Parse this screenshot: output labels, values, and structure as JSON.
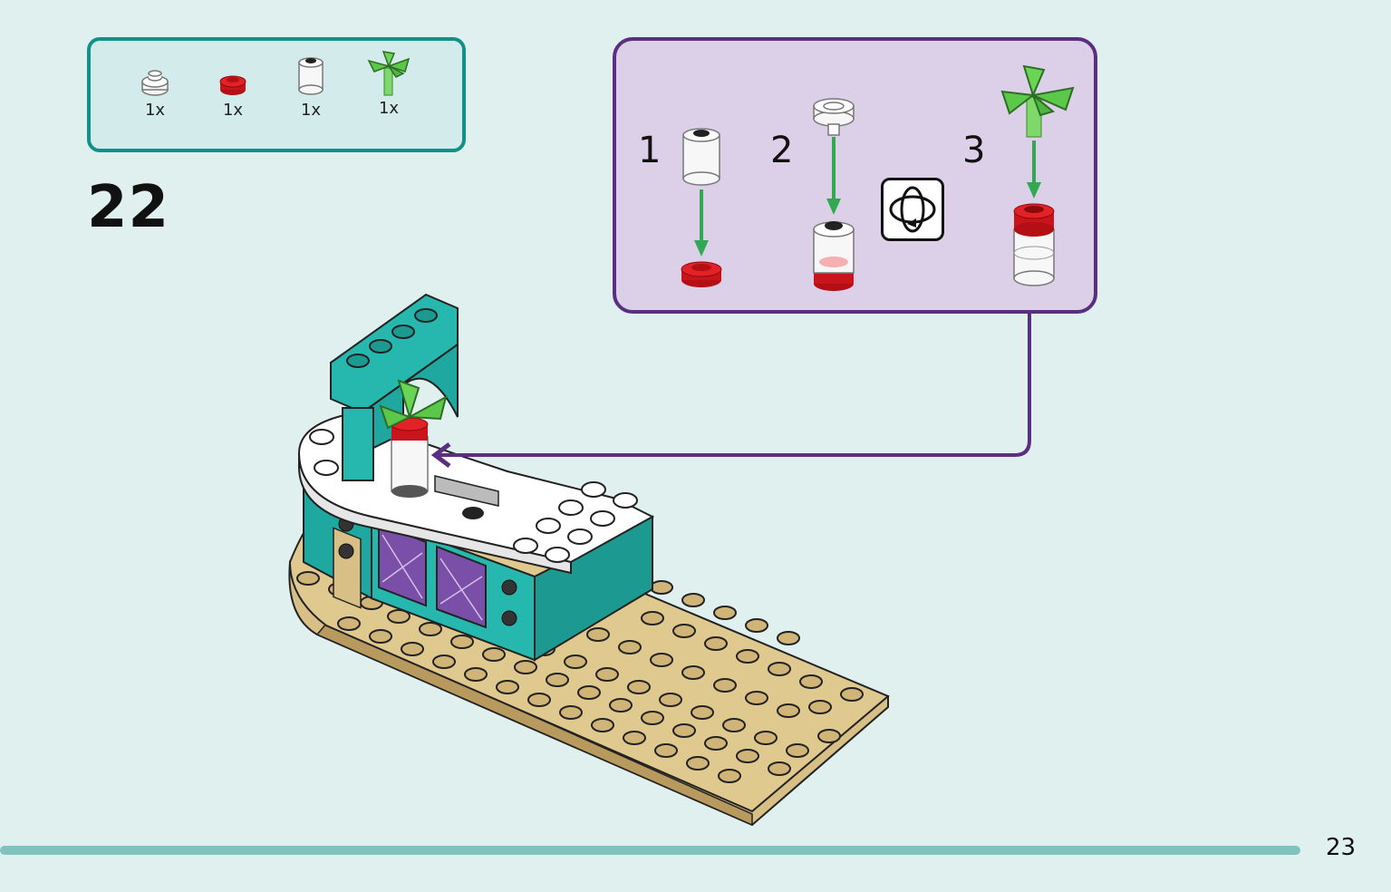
{
  "step": {
    "number": "22"
  },
  "parts_list": [
    {
      "name": "transparent-round-plate-icon",
      "qty": "1x",
      "color": "#f4f4f4"
    },
    {
      "name": "red-round-plate-icon",
      "qty": "1x",
      "color": "#d4141b"
    },
    {
      "name": "transparent-round-brick-icon",
      "qty": "1x",
      "color": "#f4f4f4"
    },
    {
      "name": "green-plant-icon",
      "qty": "1x",
      "color": "#5cc84a"
    }
  ],
  "sub_steps": [
    {
      "label": "1"
    },
    {
      "label": "2"
    },
    {
      "label": "3"
    }
  ],
  "icons": {
    "rotate": "rotate-model-icon"
  },
  "colors": {
    "background": "#dff0ef",
    "parts_border": "#12908a",
    "substep_border": "#5a2f82",
    "substep_fill": "#dcd0e8",
    "arrow": "#33a852",
    "teal": "#1fa8a0",
    "tan": "#d8bf86",
    "footer_bar": "#7fc2be"
  },
  "page": {
    "number": "23"
  }
}
